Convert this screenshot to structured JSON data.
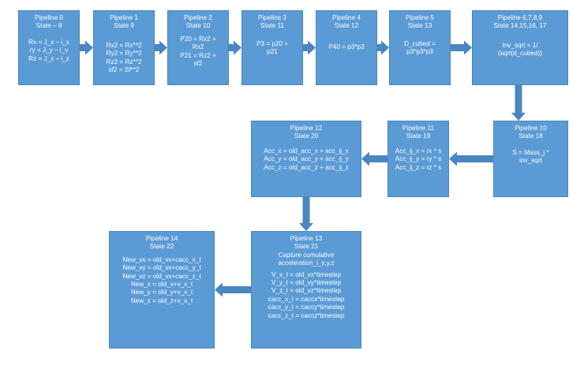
{
  "diagram": {
    "boxes": [
      {
        "id": "p0",
        "header": [
          "Pipeline 0",
          "State – 8"
        ],
        "body": [
          "Rx = J_x – i_x",
          "ry = J_y – i_v",
          "Rz = J_z – i_z"
        ]
      },
      {
        "id": "p1",
        "header": [
          "Pipeline 1",
          "State  9"
        ],
        "body": [
          "Rx2 = Rx**2",
          "Ry2 = Ry**2",
          "Rz2 = Rz**2",
          "sf2 = Sf**2"
        ]
      },
      {
        "id": "p2",
        "header": [
          "Pipeline 2",
          "State 10"
        ],
        "body": [
          "P20 = Rx2 +",
          "Rx2",
          "P21 = Rz2 +",
          "sf2"
        ]
      },
      {
        "id": "p3",
        "header": [
          "Pipeline 3",
          "State 11"
        ],
        "body": [
          "P3 = p20 +",
          "p21"
        ]
      },
      {
        "id": "p4",
        "header": [
          "Pipeline 4",
          "State 12"
        ],
        "body": [
          "P40 = p3*p3"
        ]
      },
      {
        "id": "p5",
        "header": [
          "Pipeline 5",
          "State 13"
        ],
        "body": [
          "D_cubed =",
          "p3*p3*p3"
        ]
      },
      {
        "id": "p6",
        "header": [
          "Pipeline 6,7,8,9",
          "State 14,15,16, 17"
        ],
        "body": [
          "Inv_sqrt = 1/",
          "(sqrt(d_cubed))"
        ]
      },
      {
        "id": "p10",
        "header": [
          "Pipeline 10",
          "State 18"
        ],
        "body": [
          "S = Mass_j *",
          "inv_sqrt"
        ]
      },
      {
        "id": "p11",
        "header": [
          "Pipeline 11",
          "State 19"
        ],
        "body": [
          "Acc_ij_x = rx * s",
          "Acc_ij_y = ry * s",
          "Acc_ij_z = rz * s"
        ]
      },
      {
        "id": "p12",
        "header": [
          "Pipeline 12",
          "State 20"
        ],
        "body": [
          "Acc_x = old_acc_x + acc_ij_x",
          "Acc_y = old_acc_y + acc_ij_y",
          "Acc_z = old_acc_z + acc_ij_z"
        ]
      },
      {
        "id": "p13",
        "header": [
          "Pipeline 13",
          "State 21",
          "Capture cumulative",
          "acceleration_i_x,y,z"
        ],
        "body": [
          "V_x_t = old_vx*timestep",
          "V_y_t = old_vy*timestep",
          "V_z_t = old_vz*timestep",
          "cacc_x_t = caccx*timestep",
          "cacc_y_t = caccy*timestep",
          "cacc_z_t = caccz*timestep"
        ]
      },
      {
        "id": "p14",
        "header": [
          "Pipeline 14",
          "State 22"
        ],
        "body": [
          "New_vx = old_vx+cacc_x_t",
          "New_vy = old_vx+cacc_y_t",
          "New_vz = old_vx+cacc_z_t",
          "New_x = old_x+v_x_t",
          "New_y = old_y+v_x_t",
          "New_z = old_z+v_x_t"
        ]
      }
    ],
    "flow": [
      [
        "p0",
        "p1"
      ],
      [
        "p1",
        "p2"
      ],
      [
        "p2",
        "p3"
      ],
      [
        "p3",
        "p4"
      ],
      [
        "p4",
        "p5"
      ],
      [
        "p5",
        "p6"
      ],
      [
        "p6",
        "p10"
      ],
      [
        "p10",
        "p11"
      ],
      [
        "p11",
        "p12"
      ],
      [
        "p12",
        "p13"
      ],
      [
        "p13",
        "p14"
      ]
    ],
    "colors": {
      "box_fill": "#5b9bd5",
      "box_border": "#4a86c0",
      "arrow": "#4a86c0",
      "text": "#ffffff"
    }
  }
}
